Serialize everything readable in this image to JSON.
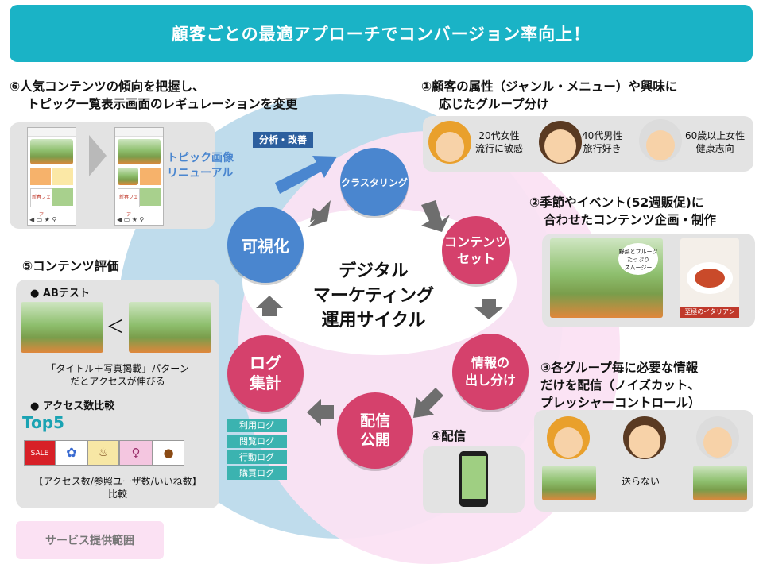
{
  "banner": "顧客ごとの最適アプローチでコンバージョン率向上！",
  "center_title": [
    "デジタル",
    "マーケティング",
    "運用サイクル"
  ],
  "nodes": {
    "clustering": "クラスタリング",
    "content_set": [
      "コンテンツ",
      "セット"
    ],
    "info_split": [
      "情報の",
      "出し分け"
    ],
    "distribution": [
      "配信",
      "公開"
    ],
    "log": [
      "ログ",
      "集計"
    ],
    "visualize": "可視化"
  },
  "analysis_tag": "分析・改善",
  "section1": {
    "heading": [
      "①顧客の属性（ジャンル・メニュー）や興味に",
      "応じたグループ分け"
    ],
    "personas": [
      {
        "line1": "20代女性",
        "line2": "流行に敏感"
      },
      {
        "line1": "40代男性",
        "line2": "旅行好き"
      },
      {
        "line1": "60歳以上女性",
        "line2": "健康志向"
      }
    ]
  },
  "section2": {
    "heading": [
      "②季節やイベント(52週販促)に",
      "合わせたコンテンツ企画・制作"
    ],
    "smoothie_label": [
      "野菜とフルーツ",
      "たっぷり",
      "スムージー"
    ],
    "italian_label": "至極のイタリアン"
  },
  "section3": {
    "heading": [
      "③各グループ毎に必要な情報",
      "だけを配信（ノイズカット、",
      "プレッシャーコントロール）"
    ],
    "no_send": "送らない"
  },
  "section4": {
    "heading": "④配信"
  },
  "section5": {
    "heading": "⑤コンテンツ評価",
    "ab_title": "●  ABテスト",
    "compare_symbol": "＜",
    "ab_caption": [
      "「タイトル＋写真掲載」パターン",
      "だとアクセスが伸びる"
    ],
    "access_title": "●  アクセス数比較",
    "top5": "Top5",
    "sale": "SALE",
    "access_caption": [
      "【アクセス数/参照ユーザ数/いいね数】",
      "比較"
    ]
  },
  "section6": {
    "heading": [
      "⑥人気コンテンツの傾向を把握し、",
      "トピック一覧表示画面のレギュレーションを変更"
    ],
    "renewal": [
      "トピック画像",
      "リニューアル"
    ],
    "fair_label": "新春フェア"
  },
  "logs": [
    "利用ログ",
    "閲覧ログ",
    "行動ログ",
    "購買ログ"
  ],
  "service_scope": "サービス提供範囲",
  "colors": {
    "banner": "#1ab3c6",
    "node_blue": "#4a86cf",
    "node_pink": "#d5416c",
    "log_tag": "#3bb3b0",
    "arrow": "#6e6e6e"
  }
}
